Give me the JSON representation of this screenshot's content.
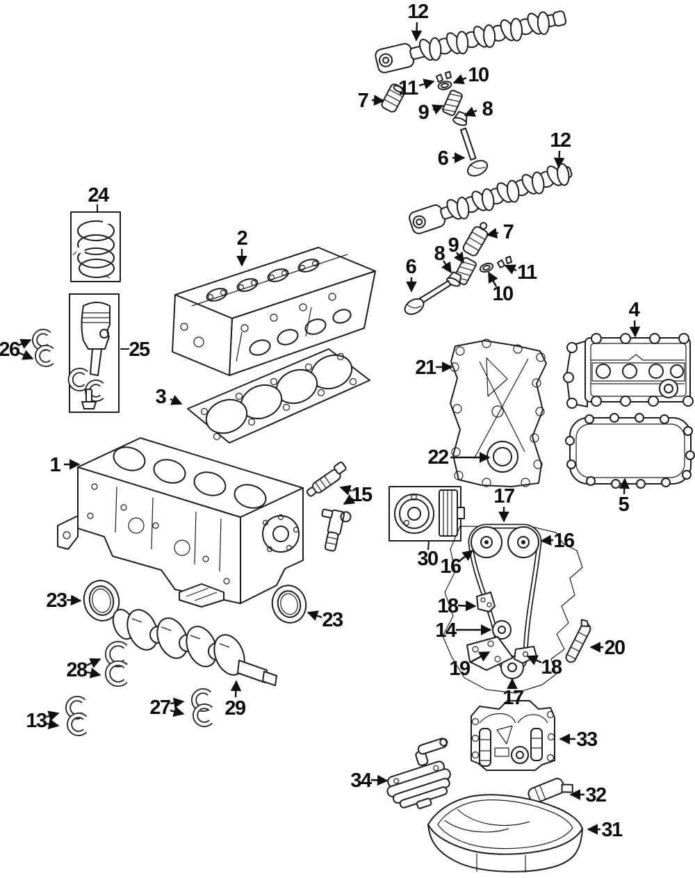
{
  "diagram": {
    "background": "#ffffff",
    "line_color": "#1c1c1c",
    "label_color": "#0a0a0a"
  },
  "callouts": [
    {
      "label": "12"
    },
    {
      "label": "11"
    },
    {
      "label": "10"
    },
    {
      "label": "7"
    },
    {
      "label": "9"
    },
    {
      "label": "8"
    },
    {
      "label": "6"
    },
    {
      "label": "12"
    },
    {
      "label": "7"
    },
    {
      "label": "9"
    },
    {
      "label": "8"
    },
    {
      "label": "11"
    },
    {
      "label": "10"
    },
    {
      "label": "6"
    },
    {
      "label": "2"
    },
    {
      "label": "3"
    },
    {
      "label": "24"
    },
    {
      "label": "26"
    },
    {
      "label": "25"
    },
    {
      "label": "1"
    },
    {
      "label": "23"
    },
    {
      "label": "23"
    },
    {
      "label": "28"
    },
    {
      "label": "13"
    },
    {
      "label": "27"
    },
    {
      "label": "29"
    },
    {
      "label": "21"
    },
    {
      "label": "4"
    },
    {
      "label": "22"
    },
    {
      "label": "5"
    },
    {
      "label": "30"
    },
    {
      "label": "15"
    },
    {
      "label": "17"
    },
    {
      "label": "16"
    },
    {
      "label": "16"
    },
    {
      "label": "18"
    },
    {
      "label": "14"
    },
    {
      "label": "19"
    },
    {
      "label": "18"
    },
    {
      "label": "20"
    },
    {
      "label": "17"
    },
    {
      "label": "33"
    },
    {
      "label": "34"
    },
    {
      "label": "32"
    },
    {
      "label": "31"
    }
  ]
}
